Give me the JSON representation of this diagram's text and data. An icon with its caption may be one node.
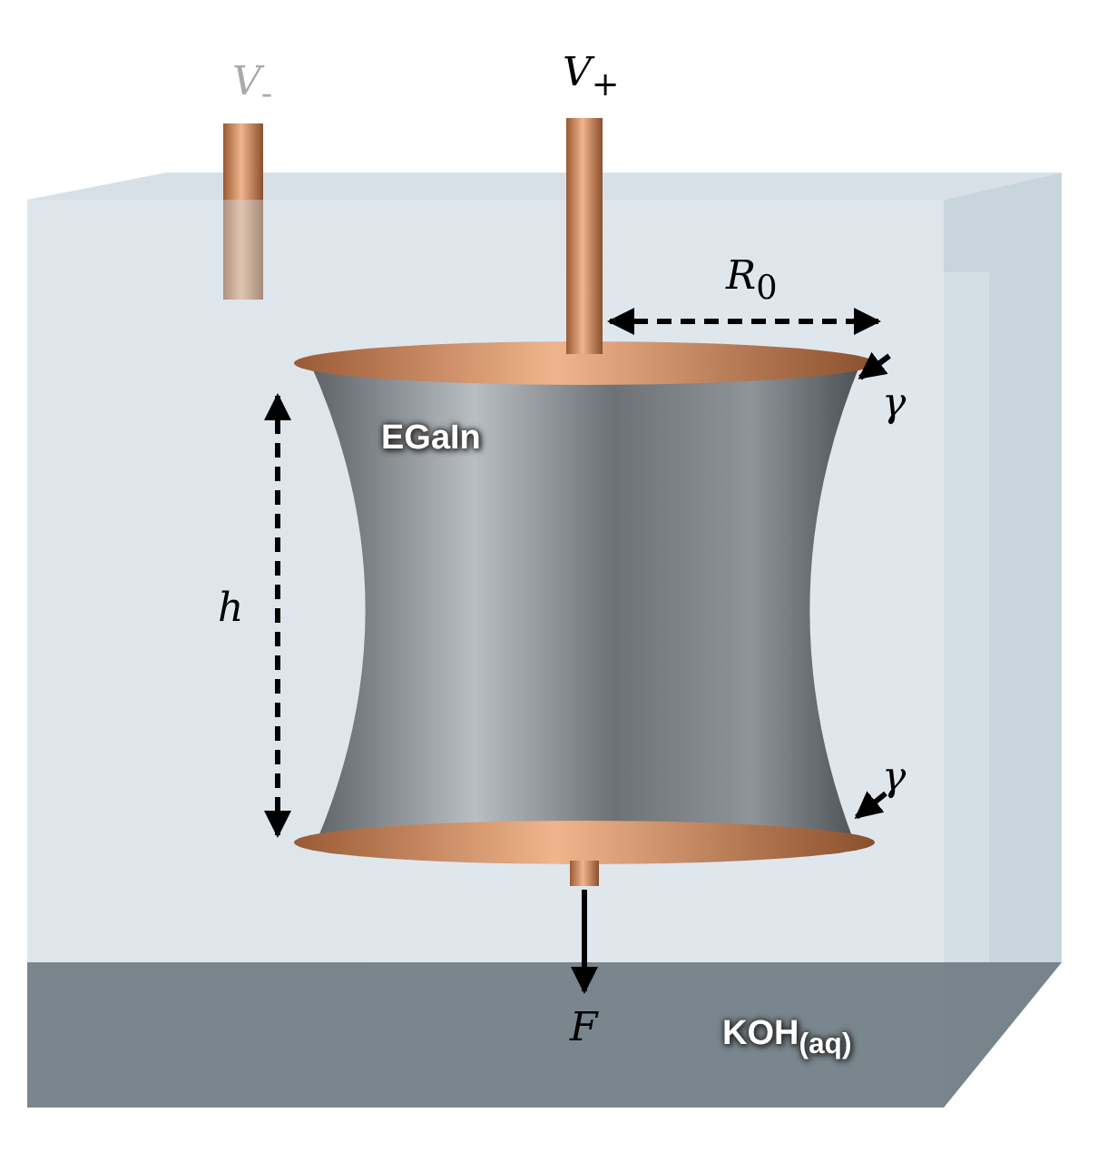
{
  "diagram": {
    "labels": [
      "*V*$_{-}$",
      "*V*$_{+}$",
      "*R*$_{0}$",
      "EGaIn",
      "*γ*",
      "*h*",
      "*γ*",
      "*F*",
      "KOH$_{(aq)}$"
    ]
  }
}
